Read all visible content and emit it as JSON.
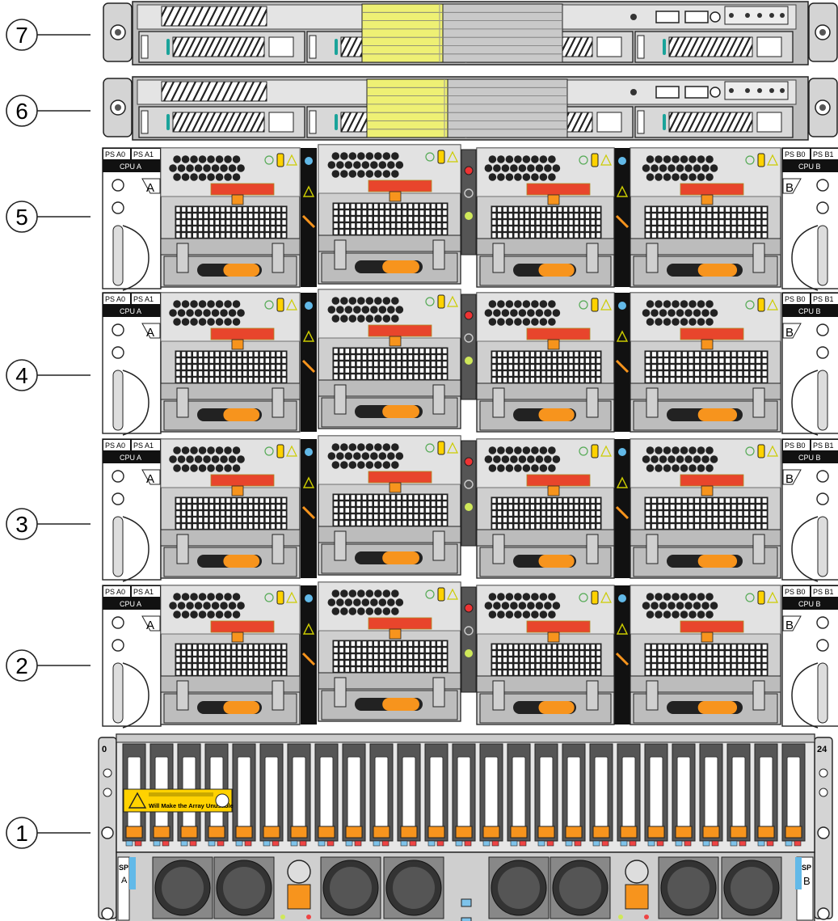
{
  "callouts": [
    {
      "label": "7"
    },
    {
      "label": "6"
    },
    {
      "label": "5"
    },
    {
      "label": "4"
    },
    {
      "label": "3"
    },
    {
      "label": "2"
    },
    {
      "label": "1"
    }
  ],
  "ps_labels": {
    "a0": "PS A0",
    "a1": "PS A1",
    "b0": "PS B0",
    "b1": "PS B1",
    "cpu_a": "CPU A",
    "cpu_b": "CPU B",
    "side_a": "A",
    "side_b": "B"
  },
  "dpe": {
    "slot_first": "0",
    "slot_last": "24",
    "warning_text": "Will Make the Array Unusable",
    "sp_label": "SP",
    "sp_a": "A",
    "sp_b": "B"
  },
  "colors": {
    "metal": "#d4d4d4",
    "dark": "#222222",
    "orange": "#f7941d",
    "red_handle": "#e8452c",
    "yellow_panel": "#eef074",
    "led_blue": "#62b9e8",
    "led_green": "#cfe85a",
    "led_amber": "#ffd200"
  }
}
